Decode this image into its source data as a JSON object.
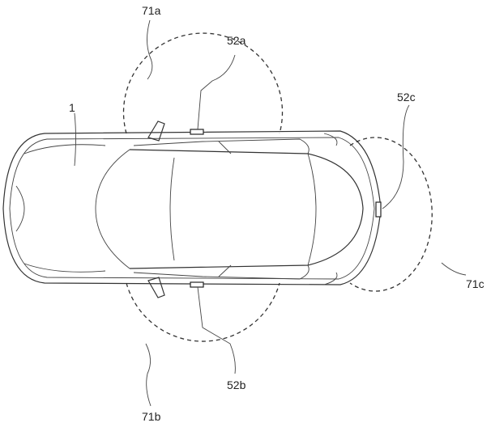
{
  "labels": {
    "vehicle": "1",
    "range_left": "71a",
    "range_right": "71b",
    "range_rear": "71c",
    "sensor_left": "52a",
    "sensor_right": "52b",
    "sensor_rear": "52c"
  }
}
